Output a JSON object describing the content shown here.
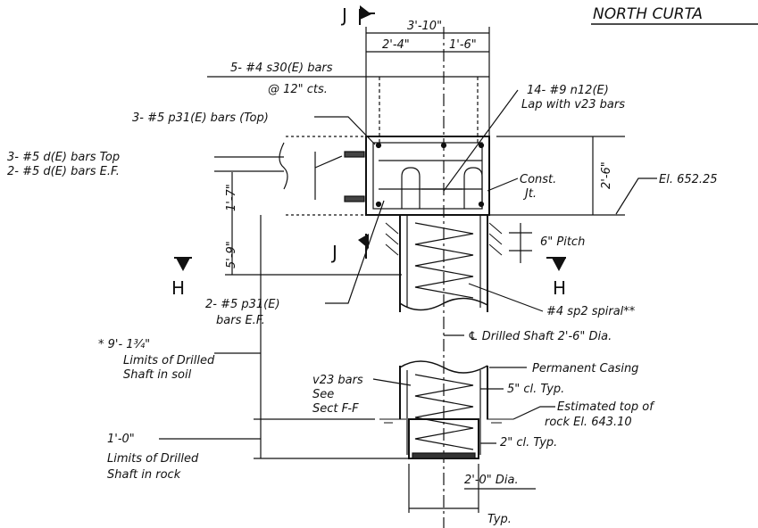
{
  "title": "NORTH CURTA",
  "section_marks": {
    "j_top": "J",
    "j_mid": "J",
    "h_left": "H",
    "h_right": "H"
  },
  "dims": {
    "overall_width": "3'-10\"",
    "width_left": "2'-4\"",
    "width_right": "1'-6\"",
    "cap_height": "2'-6\"",
    "upper_height": "1'-7\"",
    "shaft_exposed": "5'-9\"",
    "pitch": "6\" Pitch",
    "shaft_diameter": "2'-0\" Dia.",
    "shaft_diameter_typ": "Typ."
  },
  "labels": {
    "s30_line1": "5- #4 s30(E) bars",
    "s30_line2": "@ 12\" cts.",
    "p31_top": "3- #5 p31(E) bars (Top)",
    "n12_line1": "14- #9 n12(E)",
    "n12_line2": "Lap with v23 bars",
    "d_top": "3- #5 d(E) bars Top",
    "d_ef": "2- #5 d(E) bars E.F.",
    "const_jt_1": "Const.",
    "const_jt_2": "Jt.",
    "elevation": "El. 652.25",
    "p31_ef_1": "2- #5 p31(E)",
    "p31_ef_2": "bars E.F.",
    "spiral": "#4 sp2 spiral**",
    "drilled_shaft": "℄ Drilled Shaft 2'-6\" Dia.",
    "soil_1": "* 9'- 1¾\"",
    "soil_2": "Limits of Drilled",
    "soil_3": "Shaft in soil",
    "casing": "Permanent Casing",
    "v23_1": "v23 bars",
    "v23_2": "See",
    "v23_3": "Sect F-F",
    "cl5": "5\" cl. Typ.",
    "rock_top_1": "Estimated top of",
    "rock_top_2": "rock El. 643.10",
    "cl2": "2\" cl. Typ.",
    "rock_1": "1'-0\"",
    "rock_2": "Limits of Drilled",
    "rock_3": "Shaft in rock"
  }
}
